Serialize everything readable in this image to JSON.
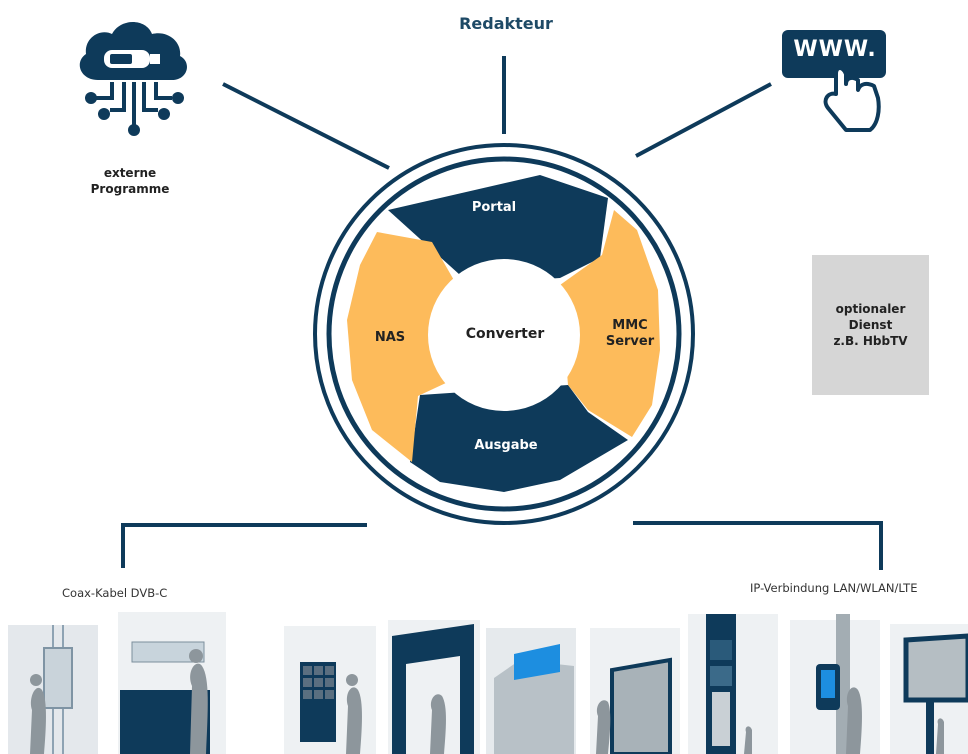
{
  "top_label": "Redakteur",
  "external": {
    "line1": "externe",
    "line2": "Programme"
  },
  "www_text": "WWW.",
  "cycle": {
    "center": "Converter",
    "top": "Portal",
    "right1": "MMC",
    "right2": "Server",
    "bottom": "Ausgabe",
    "left": "NAS"
  },
  "optional": {
    "line1": "optionaler",
    "line2": "Dienst",
    "line3": "z.B. HbbTV"
  },
  "connections": {
    "left": "Coax-Kabel DVB-C",
    "right": "IP-Verbindung LAN/WLAN/LTE"
  },
  "colors": {
    "navy": "#0e3a5a",
    "orange": "#fdbb5b",
    "grey_box": "#d6d6d6"
  }
}
